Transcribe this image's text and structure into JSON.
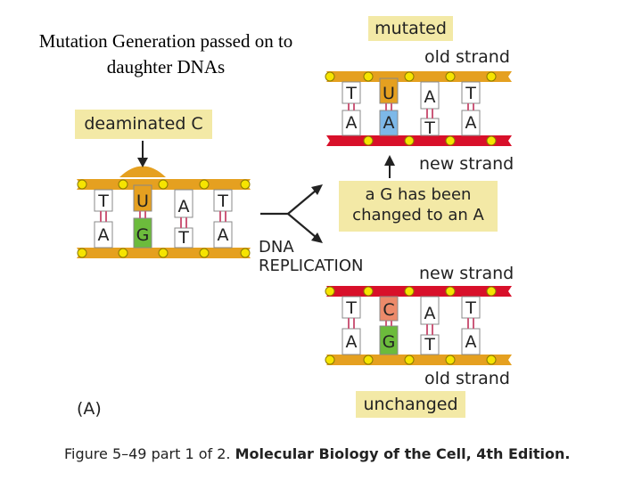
{
  "title_lines": [
    "Mutation Generation passed on to",
    "daughter DNAs"
  ],
  "labels": {
    "deaminated": "deaminated C",
    "mutated": "mutated",
    "old_strand_top": "old strand",
    "new_strand_top": "new strand",
    "g_changed": "a G has been changed to an A",
    "dna_replication_1": "DNA",
    "dna_replication_2": "REPLICATION",
    "new_strand_bottom": "new strand",
    "old_strand_bottom": "old strand",
    "unchanged": "unchanged",
    "panel": "(A)"
  },
  "caption": {
    "figure": "Figure 5–49 part 1 of 2.",
    "book": "Molecular Biology of the Cell, 4th Edition."
  },
  "left_duplex": {
    "top_bases": [
      "T",
      "U",
      "A",
      "T"
    ],
    "bottom_bases": [
      "A",
      "G",
      "T",
      "A"
    ]
  },
  "top_duplex": {
    "top_bases": [
      "T",
      "U",
      "A",
      "T"
    ],
    "bottom_bases": [
      "A",
      "A",
      "T",
      "A"
    ]
  },
  "bottom_duplex": {
    "top_bases": [
      "T",
      "C",
      "A",
      "T"
    ],
    "bottom_bases": [
      "A",
      "G",
      "T",
      "A"
    ]
  },
  "colors": {
    "old_backbone": "#e5a020",
    "new_backbone": "#d8102a",
    "phosphate": "#f6e400",
    "label_bg": "#f3e9a6",
    "highlight_u": "#e5a020",
    "highlight_g": "#6cbb3c",
    "highlight_mutA": "#7db8e8",
    "highlight_c": "#ec8a6a",
    "hbond": "#cc5a7a"
  }
}
